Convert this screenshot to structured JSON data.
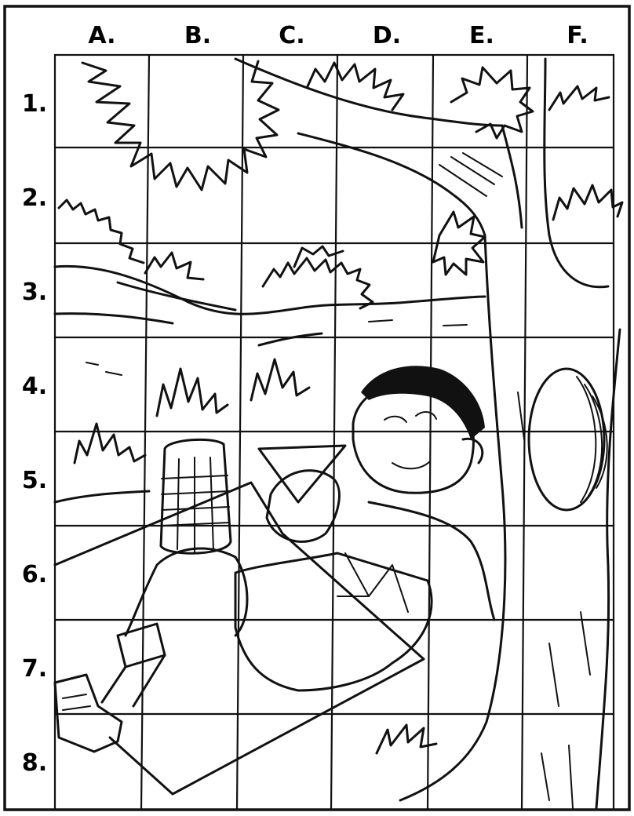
{
  "columns": [
    "A.",
    "B.",
    "C.",
    "D.",
    "E.",
    "F."
  ],
  "rows": [
    "1.",
    "2.",
    "3.",
    "4.",
    "5.",
    "6.",
    "7.",
    "8."
  ],
  "icons": {
    "scene": "boy-resting-under-tree-illustration",
    "jar": "jar-icon",
    "hat": "paper-hat-icon"
  }
}
